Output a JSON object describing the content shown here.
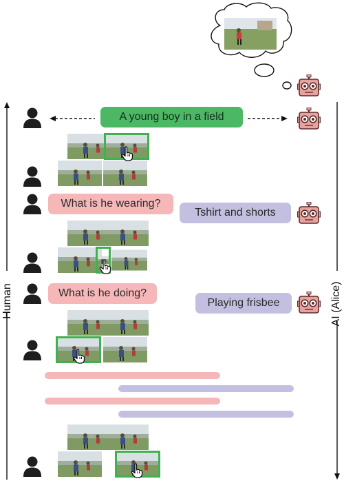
{
  "axes": {
    "left_label": "Human",
    "right_label": "AI (Alice)"
  },
  "caption": {
    "text": "A young boy in a field"
  },
  "rounds": [
    {
      "question": "What is he wearing?",
      "answer": "Tshirt and shorts"
    },
    {
      "question": "What is he doing?",
      "answer": "Playing frisbee"
    }
  ],
  "colors": {
    "caption": "#4cb765",
    "question": "#f5b7b8",
    "answer": "#c3bfe0",
    "human": "#1e1e1e",
    "robot_body": "#e9a39f",
    "robot_outline": "#5a2d2b",
    "selection": "#3fb24f"
  },
  "icons": {
    "human": "person-icon",
    "ai": "robot-icon",
    "thought": "thought-cloud-icon",
    "pointer": "hand-pointer-icon"
  }
}
